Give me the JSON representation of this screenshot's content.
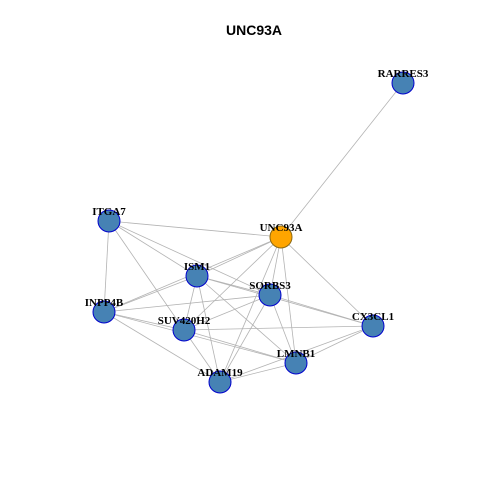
{
  "title": "UNC93A",
  "colors": {
    "center_fill": "#FFA500",
    "center_stroke": "#8B6914",
    "node_fill": "#4682B4",
    "node_stroke": "#0000CD",
    "edge": "#B3B3B3"
  },
  "nodes": [
    {
      "id": "RARRES3",
      "label": "RARRES3",
      "role": "neighbor"
    },
    {
      "id": "ITGA7",
      "label": "ITGA7",
      "role": "neighbor"
    },
    {
      "id": "UNC93A",
      "label": "UNC93A",
      "role": "query"
    },
    {
      "id": "ISM1",
      "label": "ISM1",
      "role": "neighbor"
    },
    {
      "id": "SORBS3",
      "label": "SORBS3",
      "role": "neighbor"
    },
    {
      "id": "INPP4B",
      "label": "INPP4B",
      "role": "neighbor"
    },
    {
      "id": "SUV420H2",
      "label": "SUV420H2",
      "role": "neighbor"
    },
    {
      "id": "CX3CL1",
      "label": "CX3CL1",
      "role": "neighbor"
    },
    {
      "id": "LMNB1",
      "label": "LMNB1",
      "role": "neighbor"
    },
    {
      "id": "ADAM19",
      "label": "ADAM19",
      "role": "neighbor"
    }
  ],
  "edges": [
    [
      "RARRES3",
      "UNC93A"
    ],
    [
      "ITGA7",
      "UNC93A"
    ],
    [
      "ITGA7",
      "ISM1"
    ],
    [
      "ITGA7",
      "SORBS3"
    ],
    [
      "ITGA7",
      "INPP4B"
    ],
    [
      "ITGA7",
      "SUV420H2"
    ],
    [
      "UNC93A",
      "ISM1"
    ],
    [
      "UNC93A",
      "SORBS3"
    ],
    [
      "UNC93A",
      "SUV420H2"
    ],
    [
      "UNC93A",
      "INPP4B"
    ],
    [
      "UNC93A",
      "CX3CL1"
    ],
    [
      "UNC93A",
      "LMNB1"
    ],
    [
      "UNC93A",
      "ADAM19"
    ],
    [
      "ISM1",
      "SORBS3"
    ],
    [
      "ISM1",
      "INPP4B"
    ],
    [
      "ISM1",
      "SUV420H2"
    ],
    [
      "ISM1",
      "CX3CL1"
    ],
    [
      "ISM1",
      "LMNB1"
    ],
    [
      "ISM1",
      "ADAM19"
    ],
    [
      "SORBS3",
      "INPP4B"
    ],
    [
      "SORBS3",
      "SUV420H2"
    ],
    [
      "SORBS3",
      "CX3CL1"
    ],
    [
      "SORBS3",
      "LMNB1"
    ],
    [
      "SORBS3",
      "ADAM19"
    ],
    [
      "INPP4B",
      "SUV420H2"
    ],
    [
      "INPP4B",
      "LMNB1"
    ],
    [
      "INPP4B",
      "ADAM19"
    ],
    [
      "SUV420H2",
      "CX3CL1"
    ],
    [
      "SUV420H2",
      "LMNB1"
    ],
    [
      "SUV420H2",
      "ADAM19"
    ],
    [
      "CX3CL1",
      "LMNB1"
    ],
    [
      "CX3CL1",
      "ADAM19"
    ],
    [
      "LMNB1",
      "ADAM19"
    ]
  ]
}
